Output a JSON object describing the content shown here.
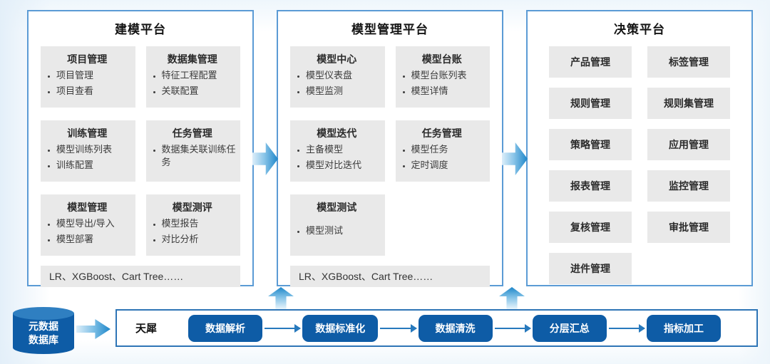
{
  "colors": {
    "panel_border": "#5b9bd5",
    "flow_border": "#2e75b6",
    "pill_bg": "#0e5ca6",
    "box_bg": "#e9e9e9",
    "arrow_dark": "#1d86c9",
    "arrow_light": "#dceefa",
    "connector": "#2779bd",
    "cylinder": "#0e5ca6",
    "cylinder_top": "#2f7fc1"
  },
  "platforms": [
    {
      "id": "modeling",
      "title": "建模平台",
      "groups": [
        {
          "title": "项目管理",
          "items": [
            "项目管理",
            "项目查看"
          ]
        },
        {
          "title": "数据集管理",
          "items": [
            "特征工程配置",
            "关联配置"
          ]
        },
        {
          "title": "训练管理",
          "items": [
            "模型训练列表",
            "训练配置"
          ]
        },
        {
          "title": "任务管理",
          "items": [
            "数据集关联训练任务"
          ]
        },
        {
          "title": "模型管理",
          "items": [
            "模型导出/导入",
            "模型部署"
          ]
        },
        {
          "title": "模型测评",
          "items": [
            "模型报告",
            "对比分析"
          ]
        }
      ],
      "footer": "LR、XGBoost、Cart Tree……"
    },
    {
      "id": "model-mgmt",
      "title": "模型管理平台",
      "groups": [
        {
          "title": "模型中心",
          "items": [
            "模型仪表盘",
            "模型监测"
          ]
        },
        {
          "title": "模型台账",
          "items": [
            "模型台账列表",
            "模型详情"
          ]
        },
        {
          "title": "模型迭代",
          "items": [
            "主备模型",
            "模型对比迭代"
          ]
        },
        {
          "title": "任务管理",
          "items": [
            "模型任务",
            "定时调度"
          ]
        },
        {
          "title": "模型测试",
          "items": [
            "模型测试"
          ]
        }
      ],
      "footer": "LR、XGBoost、Cart Tree……"
    },
    {
      "id": "decision",
      "title": "决策平台",
      "boxes": [
        "产品管理",
        "标签管理",
        "规则管理",
        "规则集管理",
        "策略管理",
        "应用管理",
        "报表管理",
        "监控管理",
        "复核管理",
        "审批管理",
        "进件管理"
      ]
    }
  ],
  "datasource": {
    "line1": "元数据",
    "line2": "数据库"
  },
  "pipeline": {
    "label": "天犀",
    "steps": [
      "数据解析",
      "数据标准化",
      "数据清洗",
      "分层汇总",
      "指标加工"
    ]
  }
}
